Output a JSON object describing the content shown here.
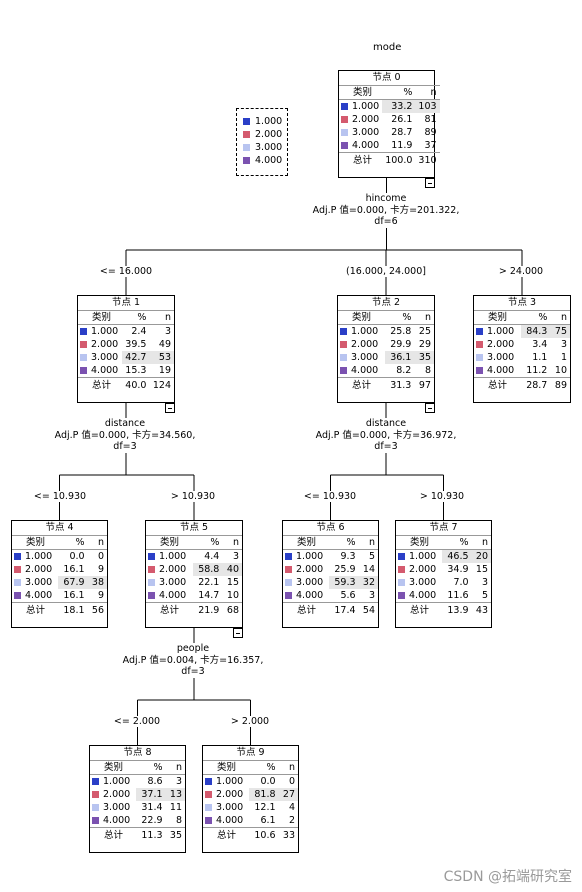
{
  "title": "mode",
  "legend": [
    {
      "label": "1.000",
      "color": "#2a3fc7"
    },
    {
      "label": "2.000",
      "color": "#d45a6e"
    },
    {
      "label": "3.000",
      "color": "#b8c4f0"
    },
    {
      "label": "4.000",
      "color": "#7b52b0"
    }
  ],
  "table_headers": {
    "category": "类别",
    "percent": "%",
    "n": "n"
  },
  "total_label": "总计",
  "nodes": [
    {
      "label": "节点 0",
      "rows": [
        [
          "1.000",
          "33.2",
          "103"
        ],
        [
          "2.000",
          "26.1",
          "81"
        ],
        [
          "3.000",
          "28.7",
          "89"
        ],
        [
          "4.000",
          "11.9",
          "37"
        ]
      ],
      "highlight": 0,
      "total": [
        "100.0",
        "310"
      ]
    },
    {
      "label": "节点 1",
      "rows": [
        [
          "1.000",
          "2.4",
          "3"
        ],
        [
          "2.000",
          "39.5",
          "49"
        ],
        [
          "3.000",
          "42.7",
          "53"
        ],
        [
          "4.000",
          "15.3",
          "19"
        ]
      ],
      "highlight": 2,
      "total": [
        "40.0",
        "124"
      ]
    },
    {
      "label": "节点 2",
      "rows": [
        [
          "1.000",
          "25.8",
          "25"
        ],
        [
          "2.000",
          "29.9",
          "29"
        ],
        [
          "3.000",
          "36.1",
          "35"
        ],
        [
          "4.000",
          "8.2",
          "8"
        ]
      ],
      "highlight": 2,
      "total": [
        "31.3",
        "97"
      ]
    },
    {
      "label": "节点 3",
      "rows": [
        [
          "1.000",
          "84.3",
          "75"
        ],
        [
          "2.000",
          "3.4",
          "3"
        ],
        [
          "3.000",
          "1.1",
          "1"
        ],
        [
          "4.000",
          "11.2",
          "10"
        ]
      ],
      "highlight": 0,
      "total": [
        "28.7",
        "89"
      ]
    },
    {
      "label": "节点 4",
      "rows": [
        [
          "1.000",
          "0.0",
          "0"
        ],
        [
          "2.000",
          "16.1",
          "9"
        ],
        [
          "3.000",
          "67.9",
          "38"
        ],
        [
          "4.000",
          "16.1",
          "9"
        ]
      ],
      "highlight": 2,
      "total": [
        "18.1",
        "56"
      ]
    },
    {
      "label": "节点 5",
      "rows": [
        [
          "1.000",
          "4.4",
          "3"
        ],
        [
          "2.000",
          "58.8",
          "40"
        ],
        [
          "3.000",
          "22.1",
          "15"
        ],
        [
          "4.000",
          "14.7",
          "10"
        ]
      ],
      "highlight": 1,
      "total": [
        "21.9",
        "68"
      ]
    },
    {
      "label": "节点 6",
      "rows": [
        [
          "1.000",
          "9.3",
          "5"
        ],
        [
          "2.000",
          "25.9",
          "14"
        ],
        [
          "3.000",
          "59.3",
          "32"
        ],
        [
          "4.000",
          "5.6",
          "3"
        ]
      ],
      "highlight": 2,
      "total": [
        "17.4",
        "54"
      ]
    },
    {
      "label": "节点 7",
      "rows": [
        [
          "1.000",
          "46.5",
          "20"
        ],
        [
          "2.000",
          "34.9",
          "15"
        ],
        [
          "3.000",
          "7.0",
          "3"
        ],
        [
          "4.000",
          "11.6",
          "5"
        ]
      ],
      "highlight": 0,
      "total": [
        "13.9",
        "43"
      ]
    },
    {
      "label": "节点 8",
      "rows": [
        [
          "1.000",
          "8.6",
          "3"
        ],
        [
          "2.000",
          "37.1",
          "13"
        ],
        [
          "3.000",
          "31.4",
          "11"
        ],
        [
          "4.000",
          "22.9",
          "8"
        ]
      ],
      "highlight": 1,
      "total": [
        "11.3",
        "35"
      ]
    },
    {
      "label": "节点 9",
      "rows": [
        [
          "1.000",
          "0.0",
          "0"
        ],
        [
          "2.000",
          "81.8",
          "27"
        ],
        [
          "3.000",
          "12.1",
          "4"
        ],
        [
          "4.000",
          "6.1",
          "2"
        ]
      ],
      "highlight": 1,
      "total": [
        "10.6",
        "33"
      ]
    }
  ],
  "splits": [
    {
      "lines": [
        "hincome",
        "Adj.P 值=0.000, 卡方=201.322,",
        "df=6"
      ]
    },
    {
      "lines": [
        "distance",
        "Adj.P 值=0.000, 卡方=34.560,",
        "df=3"
      ]
    },
    {
      "lines": [
        "distance",
        "Adj.P 值=0.000, 卡方=36.972,",
        "df=3"
      ]
    },
    {
      "lines": [
        "people",
        "Adj.P 值=0.004, 卡方=16.357,",
        "df=3"
      ]
    }
  ],
  "edges": [
    "<= 16.000",
    "(16.000, 24.000]",
    "> 24.000",
    "<= 10.930",
    "> 10.930",
    "<= 10.930",
    "> 10.930",
    "<= 2.000",
    "> 2.000"
  ],
  "watermark": "CSDN @拓端研究室"
}
